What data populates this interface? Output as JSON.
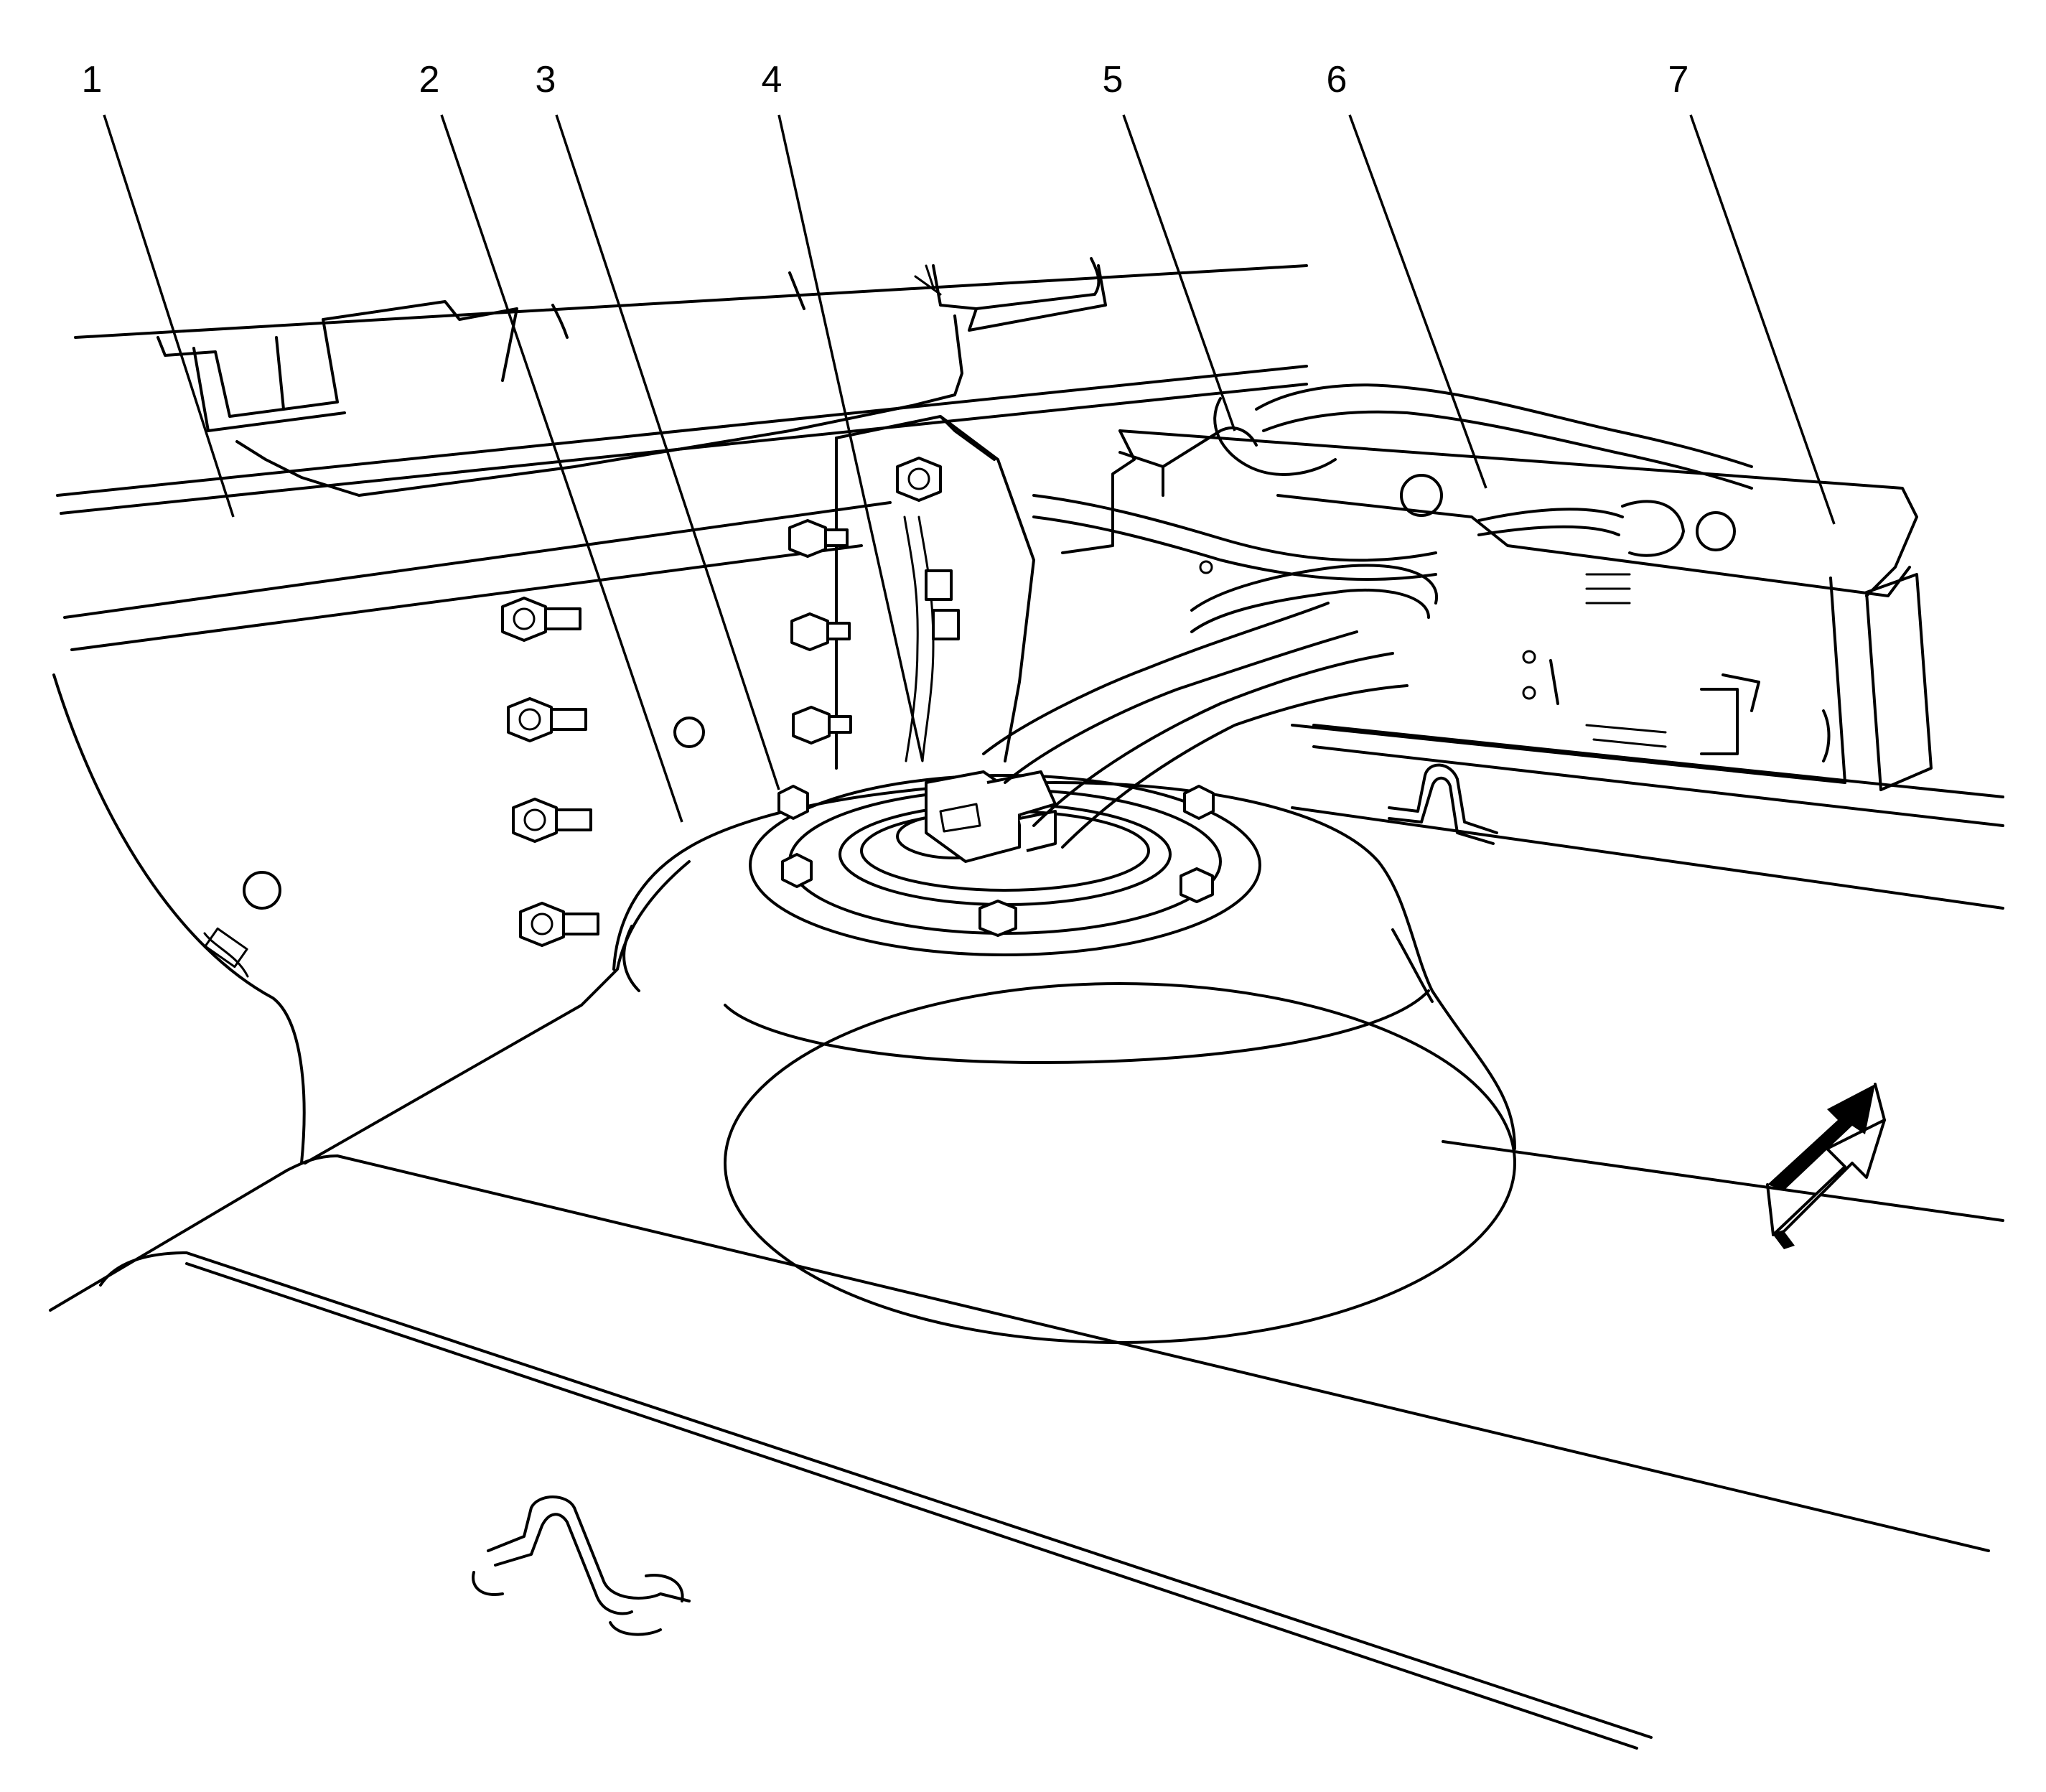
{
  "callouts": [
    {
      "id": "1",
      "label": "1"
    },
    {
      "id": "2",
      "label": "2"
    },
    {
      "id": "3",
      "label": "3"
    },
    {
      "id": "4",
      "label": "4"
    },
    {
      "id": "5",
      "label": "5"
    },
    {
      "id": "6",
      "label": "6"
    },
    {
      "id": "7",
      "label": "7"
    }
  ],
  "icons": {
    "view_arrow": "view-direction-arrow-icon"
  },
  "colors": {
    "line": "#000000",
    "background": "#ffffff"
  }
}
